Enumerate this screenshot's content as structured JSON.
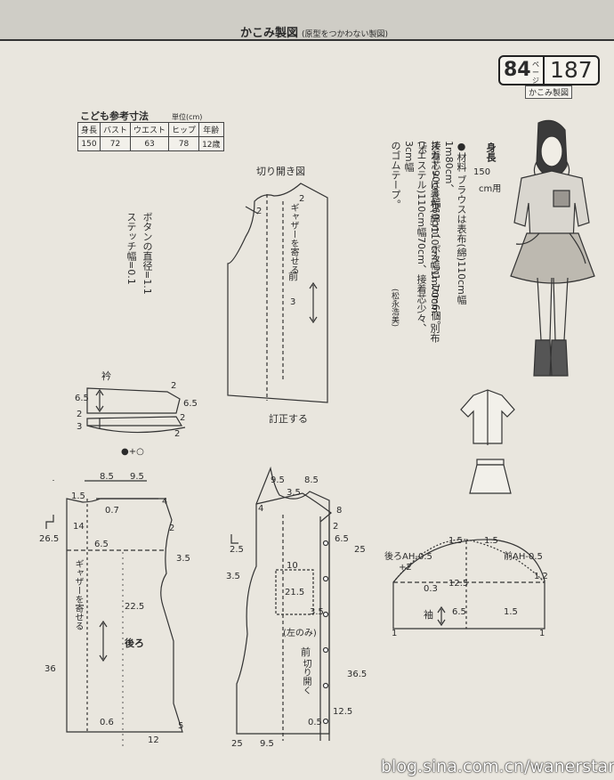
{
  "header": {
    "title": "かこみ製図",
    "subtitle": "(原型をつかわない製図)"
  },
  "page_box": {
    "number": "84",
    "label": "ページ",
    "pattern_no": "187",
    "caption": "かこみ製図"
  },
  "size_table": {
    "title": "こども参考寸法",
    "unit": "単位(cm)",
    "headers": [
      "身長",
      "バスト",
      "ウエスト",
      "ヒップ",
      "年齢"
    ],
    "values": [
      "150",
      "72",
      "63",
      "78",
      "12歳"
    ]
  },
  "model": {
    "label": "身長",
    "value": "150",
    "unit": "cm用"
  },
  "materials": {
    "line1": "●材料 ブラウスは表布(綿)110cm幅1m80cm、",
    "line2": "接着芯90cm幅60cm、ボタン1.1cm6個。",
    "line3": "スカートは表布(綿)110cm幅1m70cm、別布(ポ",
    "line4": "リエステル)110cm幅70cm、接着芯少々、3cm幅",
    "line5": "のゴムテープ。",
    "credit": "(松永浩美)"
  },
  "notes": {
    "button": "ボタンの直径=1.1",
    "stitch": "ステッチ幅=0.1"
  },
  "slash_diagram": {
    "title": "切り開き図",
    "gather": "ギャザーを寄せる",
    "front": "前",
    "correct": "訂正する",
    "n2a": "2",
    "n2b": "2",
    "n3": "3"
  },
  "collar": {
    "title": "衿",
    "n65a": "6.5",
    "n2a": "2",
    "n65b": "6.5",
    "n2b": "2",
    "n2c": "2",
    "n3": "3",
    "n2d": "2",
    "marks": "●+○"
  },
  "back": {
    "top": "8.5",
    "top2": "9.5",
    "n15": "1.5",
    "n07": "0.7",
    "n4": "4",
    "n2": "2",
    "n265": "26.5",
    "n14": "14",
    "n65": "6.5",
    "n35": "3.5",
    "gather": "ギャザーを寄せる",
    "n225": "22.5",
    "label": "後ろ",
    "n36": "36",
    "n06": "0.6",
    "n5": "5",
    "n12": "12"
  },
  "front": {
    "top": "9.5",
    "top2": "8.5",
    "n35t": "3.5",
    "n4": "4",
    "n8": "8",
    "n65": "6.5",
    "n2": "2",
    "n25l": "2.5",
    "n35l": "3.5",
    "n10": "10",
    "n215": "21.5",
    "n35p": "3.5",
    "left_only": "(左のみ)",
    "label": "前",
    "slash": "切り開く",
    "n25r": "25",
    "n365": "36.5",
    "n125": "12.5",
    "n25b": "25",
    "n95": "9.5",
    "n05": "0.5"
  },
  "sleeve": {
    "back_ah": "後ろAH-0.5",
    "front_ah": "前AH-0.5",
    "n15a": "1.5",
    "n15b": "1.5",
    "n2": "+2",
    "n03": "0.3",
    "n12": "1.2",
    "n125": "12.5",
    "label": "袖",
    "n65": "6.5",
    "n15c": "1.5",
    "n1a": "1",
    "n1b": "1"
  },
  "watermark": "blog.sina.com.cn/wanerstart"
}
